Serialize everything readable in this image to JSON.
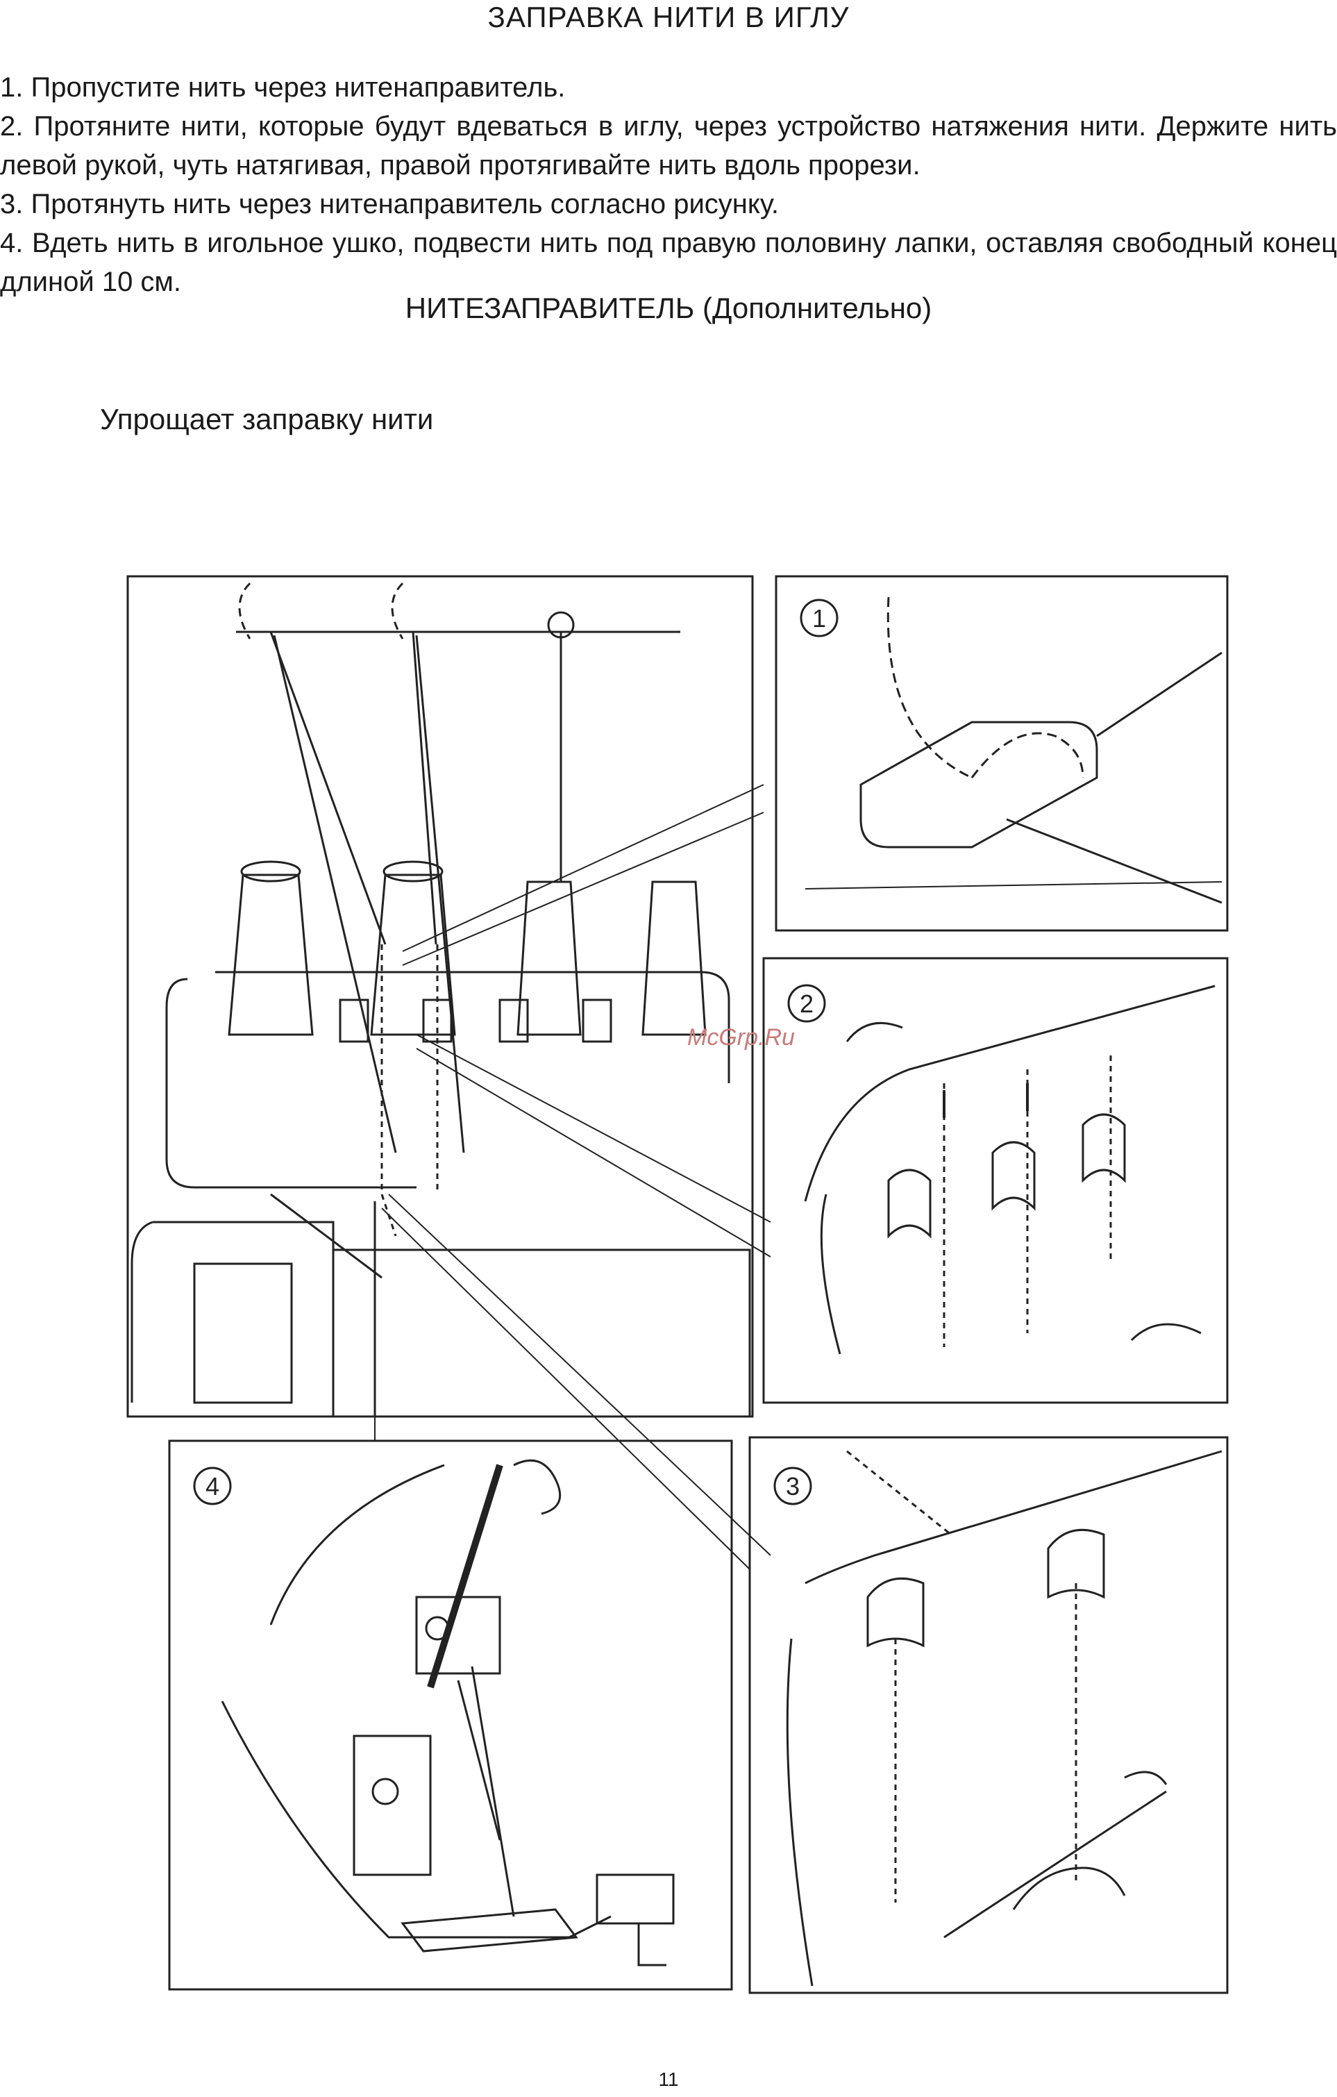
{
  "header": {
    "title": "ЗАПРАВКА НИТИ В ИГЛУ"
  },
  "steps": [
    "1. Пропустите нить через нитенаправитель.",
    "2. Протяните нити, которые будут вдеваться в иглу, через устройство натяжения нити. Держите нить левой рукой, чуть натягивая, правой протягивайте нить вдоль прорези.",
    "3. Протянуть нить через нитенаправитель согласно рисунку.",
    "4. Вдеть нить в игольное ушко, подвести нить под правую половину лапки, оставляя свободный конец длиной 10 см."
  ],
  "section": {
    "title": "НИТЕЗАПРАВИТЕЛЬ (Дополнительно)",
    "subtitle": "Упрощает заправку нити"
  },
  "figure": {
    "callouts": [
      "1",
      "2",
      "3",
      "4"
    ],
    "watermark": "McGrp.Ru"
  },
  "footer": {
    "page_number": "11"
  }
}
